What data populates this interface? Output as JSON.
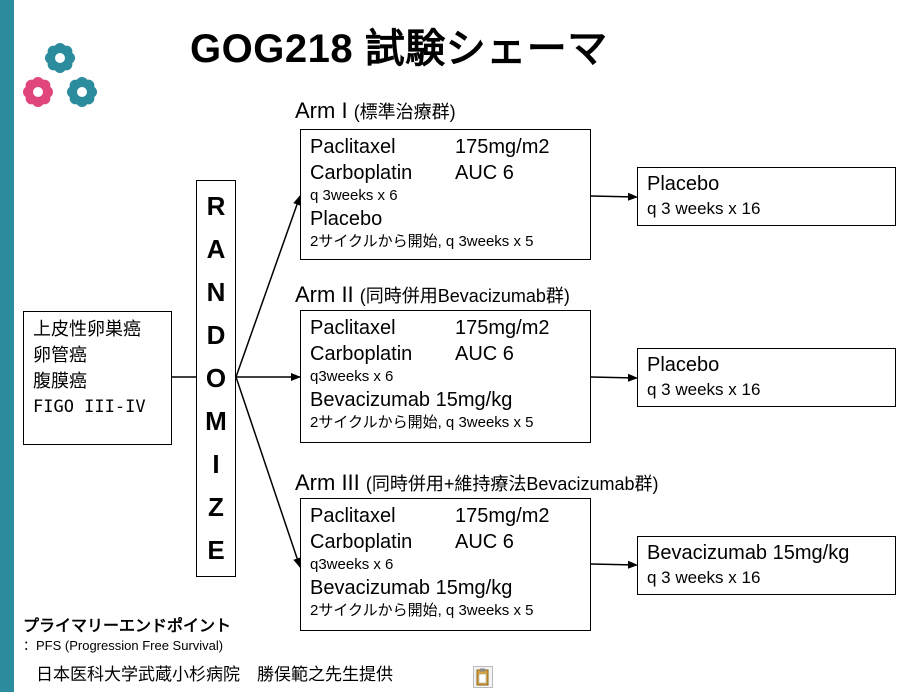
{
  "title": "GOG218 試験シェーマ",
  "patients": [
    "上皮性卵巣癌",
    "卵管癌",
    "腹膜癌",
    "FIGO III-IV"
  ],
  "randomize_letters": [
    "R",
    "A",
    "N",
    "D",
    "O",
    "M",
    "I",
    "Z",
    "E"
  ],
  "arms": [
    {
      "title": "Arm I",
      "subtitle": "(標準治療群)",
      "drugs": [
        {
          "name": "Paclitaxel",
          "dose": "175mg/m2"
        },
        {
          "name": "Carboplatin",
          "dose": "AUC 6"
        }
      ],
      "schedule": "q 3weeks x 6",
      "third_drug": "Placebo",
      "third_schedule": "2サイクルから開始, q 3weeks x 5",
      "maintenance": {
        "drug": "Placebo",
        "schedule": "q 3 weeks x 16"
      }
    },
    {
      "title": "Arm II",
      "subtitle": "(同時併用Bevacizumab群)",
      "drugs": [
        {
          "name": "Paclitaxel",
          "dose": "175mg/m2"
        },
        {
          "name": "Carboplatin",
          "dose": "AUC 6"
        }
      ],
      "schedule": "q3weeks x 6",
      "third_drug": "Bevacizumab 15mg/kg",
      "third_schedule": "2サイクルから開始, q 3weeks x 5",
      "maintenance": {
        "drug": "Placebo",
        "schedule": "q 3 weeks x 16"
      }
    },
    {
      "title": "Arm III",
      "subtitle": "(同時併用+維持療法Bevacizumab群)",
      "drugs": [
        {
          "name": "Paclitaxel",
          "dose": "175mg/m2"
        },
        {
          "name": "Carboplatin",
          "dose": "AUC 6"
        }
      ],
      "schedule": "q3weeks x 6",
      "third_drug": "Bevacizumab 15mg/kg",
      "third_schedule": "2サイクルから開始, q 3weeks x 5",
      "maintenance": {
        "drug": "Bevacizumab 15mg/kg",
        "schedule": "q 3 weeks x 16"
      }
    }
  ],
  "endpoint": {
    "label": "プライマリーエンドポイント",
    "value": "：PFS (Progression Free Survival)"
  },
  "credit": "日本医科大学武蔵小杉病院　勝俣範之先生提供",
  "colors": {
    "sidebar": "#2a8c9c",
    "flower_teal": "#2a8c9c",
    "flower_pink": "#e0457b"
  },
  "icons": [
    "flower-decoration-icon",
    "clipboard-icon"
  ]
}
